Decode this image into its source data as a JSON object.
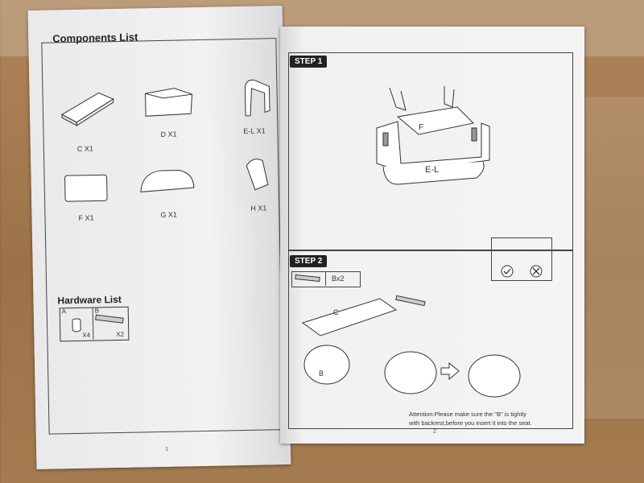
{
  "left_page": {
    "components_title": "Components List",
    "components": [
      {
        "label": "C X1"
      },
      {
        "label": "D X1"
      },
      {
        "label": "E-L X1"
      },
      {
        "label": "F X1"
      },
      {
        "label": "G X1"
      },
      {
        "label": "H X1"
      }
    ],
    "hardware_title": "Hardware List",
    "hardware": {
      "a_letter": "A",
      "a_qty": "X4",
      "b_letter": "B",
      "b_qty": "X2"
    },
    "page_number": "1"
  },
  "right_page": {
    "step1_label": "STEP 1",
    "step1_part_f": "F",
    "step1_part_el": "E-L",
    "step2_label": "STEP 2",
    "step2_qty": "Bx2",
    "step2_part_c": "C",
    "step2_part_b": "B",
    "attention_line1": "Attention:Please make sure the \"B\" is tightly",
    "attention_line2": "with backrest,before you insert it into the seat.",
    "page_number": "2"
  }
}
